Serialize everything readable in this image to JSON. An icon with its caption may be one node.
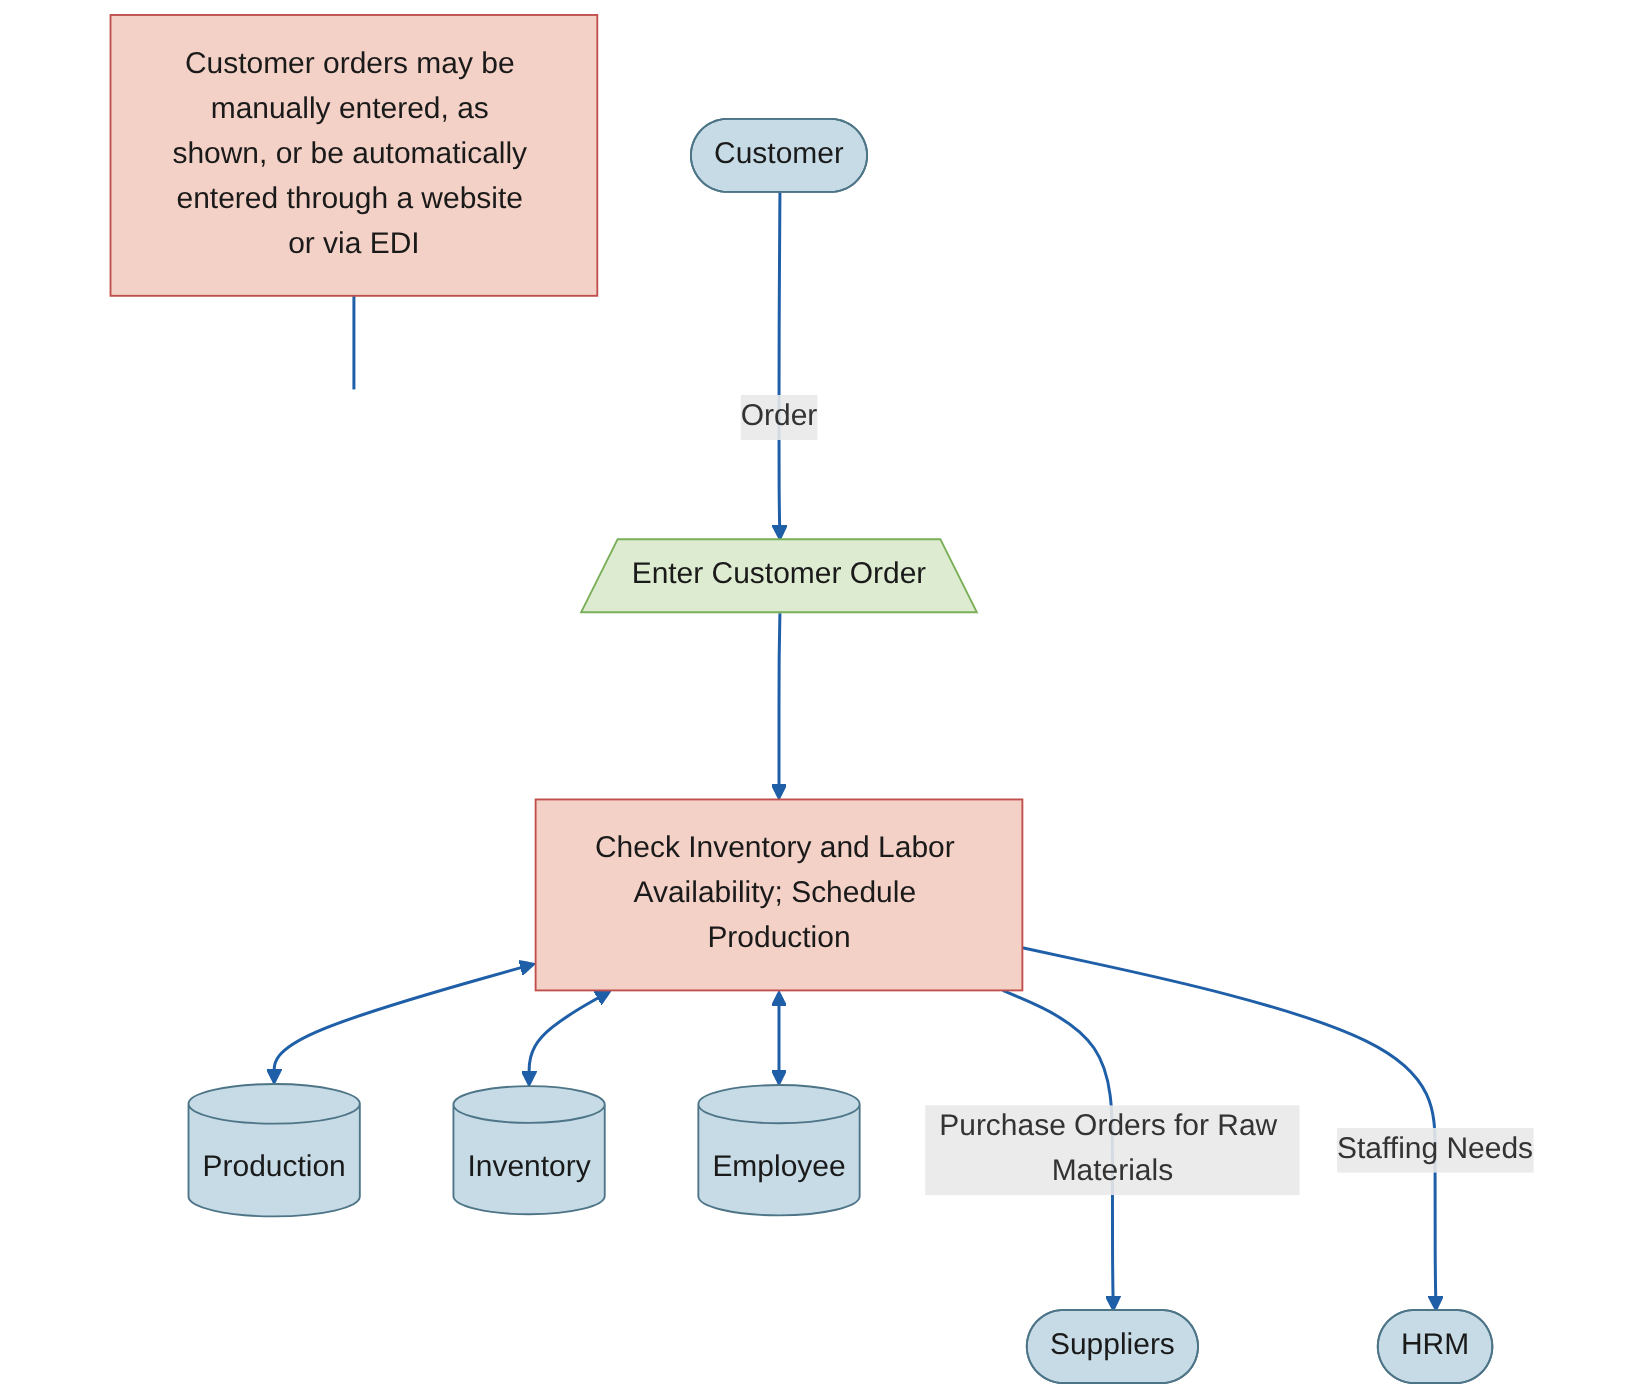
{
  "diagram": {
    "nodes": [
      {
        "text": [
          "Customer"
        ]
      },
      {
        "text": [
          "Customer orders may be manually entered, as shown, or be automatically entered through a website or via EDI"
        ]
      },
      {
        "text": [
          "Enter Customer Order"
        ]
      },
      {
        "text": [
          "Check Inventory and Labor Availability; Schedule Production"
        ]
      },
      {
        "text": [
          "Production"
        ]
      },
      {
        "text": [
          "Inventory"
        ]
      },
      {
        "text": [
          "Employee"
        ]
      },
      {
        "text": [
          "Suppliers"
        ]
      },
      {
        "text": [
          "HRM"
        ]
      }
    ],
    "edges": [
      {
        "from": 0,
        "to": 2,
        "arrow": "to",
        "label": "Order"
      },
      {
        "from": 1,
        "to": null,
        "arrow": "none"
      },
      {
        "from": 2,
        "to": 3,
        "arrow": "to"
      },
      {
        "from": 3,
        "to": 4,
        "arrow": "both"
      },
      {
        "from": 3,
        "to": 5,
        "arrow": "both"
      },
      {
        "from": 3,
        "to": 6,
        "arrow": "both"
      },
      {
        "from": 3,
        "to": 7,
        "arrow": "to",
        "label": "Purchase Orders for Raw Materials"
      },
      {
        "from": 3,
        "to": 8,
        "arrow": "to",
        "label": "Staffing Needs"
      }
    ]
  }
}
